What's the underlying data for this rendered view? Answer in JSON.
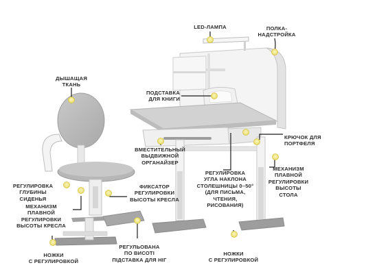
{
  "accent_color": "#f3e87a",
  "line_color": "#1a1a1a",
  "labels": {
    "led_lamp": [
      "LED-ЛАМПА"
    ],
    "shelf": [
      "ПОЛКА-",
      "НАДСТРОЙКА"
    ],
    "breathable": [
      "ДЫШАЩАЯ",
      "ТКАНЬ"
    ],
    "book_stand": [
      "ПОДСТАВКА",
      "ДЛЯ КНИГИ"
    ],
    "bag_hook": [
      "КРЮЧОК ДЛЯ",
      "ПОРТФЕЛЯ"
    ],
    "drawer": [
      "ВМЕСТИТЕЛЬНЫЙ",
      "ВЫДВИЖНОЙ",
      "ОРГАНАЙЗЕР"
    ],
    "desk_height": [
      "МЕХАНИЗМ",
      "ПЛАВНОЙ",
      "РЕГУЛИРОВКИ",
      "ВЫСОТЫ",
      "СТОЛА"
    ],
    "seat_depth": [
      "РЕГУЛИРОВКА",
      "ГЛУБИНЫ",
      "СИДЕНЬЯ"
    ],
    "chair_lock": [
      "ФИКСАТОР",
      "РЕГУЛИРОВКИ",
      "ВЫСОТЫ КРЕСЛА"
    ],
    "tilt": [
      "РЕГУЛИРОВКА",
      "УГЛА НАКЛОНА",
      "СТОЛЕШНИЦЫ 0–50°",
      "(ДЛЯ ПИСЬМА,",
      "ЧТЕНИЯ,",
      "РИСОВАНИЯ)"
    ],
    "chair_height": [
      "МЕХАНИЗМ",
      "ПЛАВНОЙ",
      "РЕГУЛИРОВКИ",
      "ВЫСОТЫ КРЕСЛА"
    ],
    "chair_feet": [
      "НОЖКИ",
      "С РЕГУЛИРОВКОЙ"
    ],
    "footrest": [
      "РЕГУЛЬОВАНА",
      "ПО ВИСОТІ",
      "ПІДСТАВКА ДЛЯ НІГ"
    ],
    "desk_feet": [
      "НОЖКИ",
      "С РЕГУЛИРОВКОЙ"
    ]
  }
}
